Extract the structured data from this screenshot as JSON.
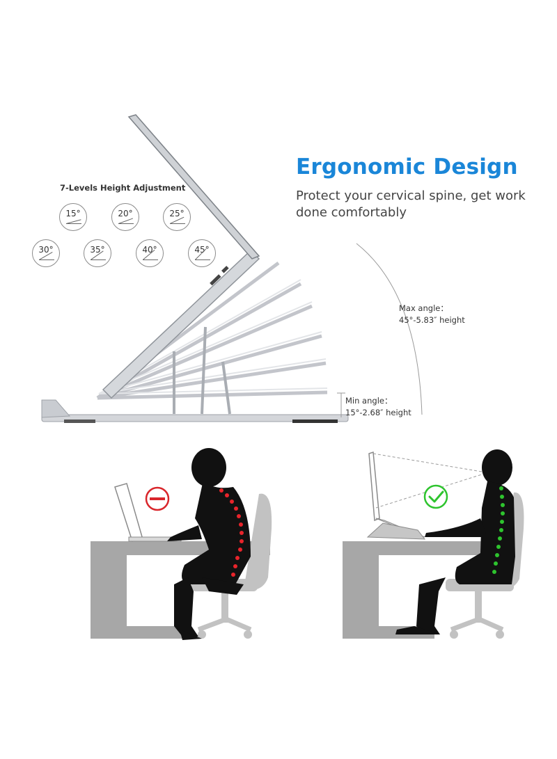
{
  "headline": "Ergonomic Design",
  "subheadline": "Protect your cervical spine, get work done comfortably",
  "levels_title": "7-Levels Height Adjustment",
  "angles": [
    {
      "label": "15°",
      "deg": 15
    },
    {
      "label": "20°",
      "deg": 20
    },
    {
      "label": "25°",
      "deg": 25
    },
    {
      "label": "30°",
      "deg": 30
    },
    {
      "label": "35°",
      "deg": 35
    },
    {
      "label": "40°",
      "deg": 40
    },
    {
      "label": "45°",
      "deg": 45
    }
  ],
  "max_spec": {
    "label": "Max angle：",
    "value": "45°-5.83″   height"
  },
  "min_spec": {
    "label": "Min angle：",
    "value": "15°-2.68″   height"
  },
  "colors": {
    "accent": "#1a86d8",
    "bad": "#d9262b",
    "good": "#2ec42e",
    "desk": "#a7a7a7",
    "stand": "#c9ccd1"
  },
  "icons": {
    "bad": "no-entry-icon",
    "good": "checkmark-icon"
  }
}
